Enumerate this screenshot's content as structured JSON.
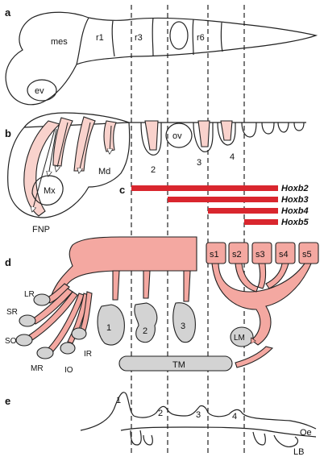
{
  "panels": {
    "a": "a",
    "b": "b",
    "c": "c",
    "d": "d",
    "e": "e"
  },
  "panel_a": {
    "mes": "mes",
    "ev": "ev",
    "r1": "r1",
    "r3": "r3",
    "r6": "r6"
  },
  "panel_b": {
    "ov": "ov",
    "mx": "Mx",
    "md": "Md",
    "fnp": "FNP",
    "arch2": "2",
    "arch3": "3",
    "arch4": "4"
  },
  "panel_c": {
    "genes": [
      "Hoxb2",
      "Hoxb3",
      "Hoxb4",
      "Hoxb5"
    ],
    "bar_color": "#d9262e"
  },
  "panel_d": {
    "somites": [
      "s1",
      "s2",
      "s3",
      "s4",
      "s5"
    ],
    "muscles": {
      "lr": "LR",
      "sr": "SR",
      "so": "SO",
      "ir": "IR",
      "mr": "MR",
      "io": "IO"
    },
    "arches": [
      "1",
      "2",
      "3"
    ],
    "lm": "LM",
    "tm": "TM",
    "colors": {
      "mesoderm": "#f4a8a1",
      "derivative": "#d3d3d3"
    }
  },
  "panel_e": {
    "arches": [
      "1",
      "2",
      "3",
      "4"
    ],
    "oe": "Oe",
    "lb": "LB"
  }
}
